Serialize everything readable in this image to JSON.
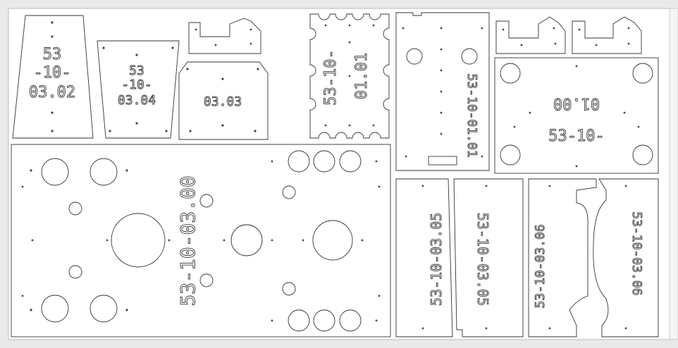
{
  "labels": {
    "p1_line1": "53",
    "p1_line2": "-10-",
    "p1_line3": "03.02",
    "p2_line1": "53",
    "p2_line2": "-10-",
    "p2_line3": "03.04",
    "p3": "03.03",
    "p4_a": "53-10-",
    "p4_b": "01.01",
    "p5": "53-10-01.01",
    "p6_a": "01.00",
    "p6_b": "53-10-",
    "main": "53-10-03.00",
    "s1": "53-10-03.05",
    "s2": "53-10-03.05",
    "s3": "53-10-03.06",
    "s4": "53-10-03.06"
  }
}
